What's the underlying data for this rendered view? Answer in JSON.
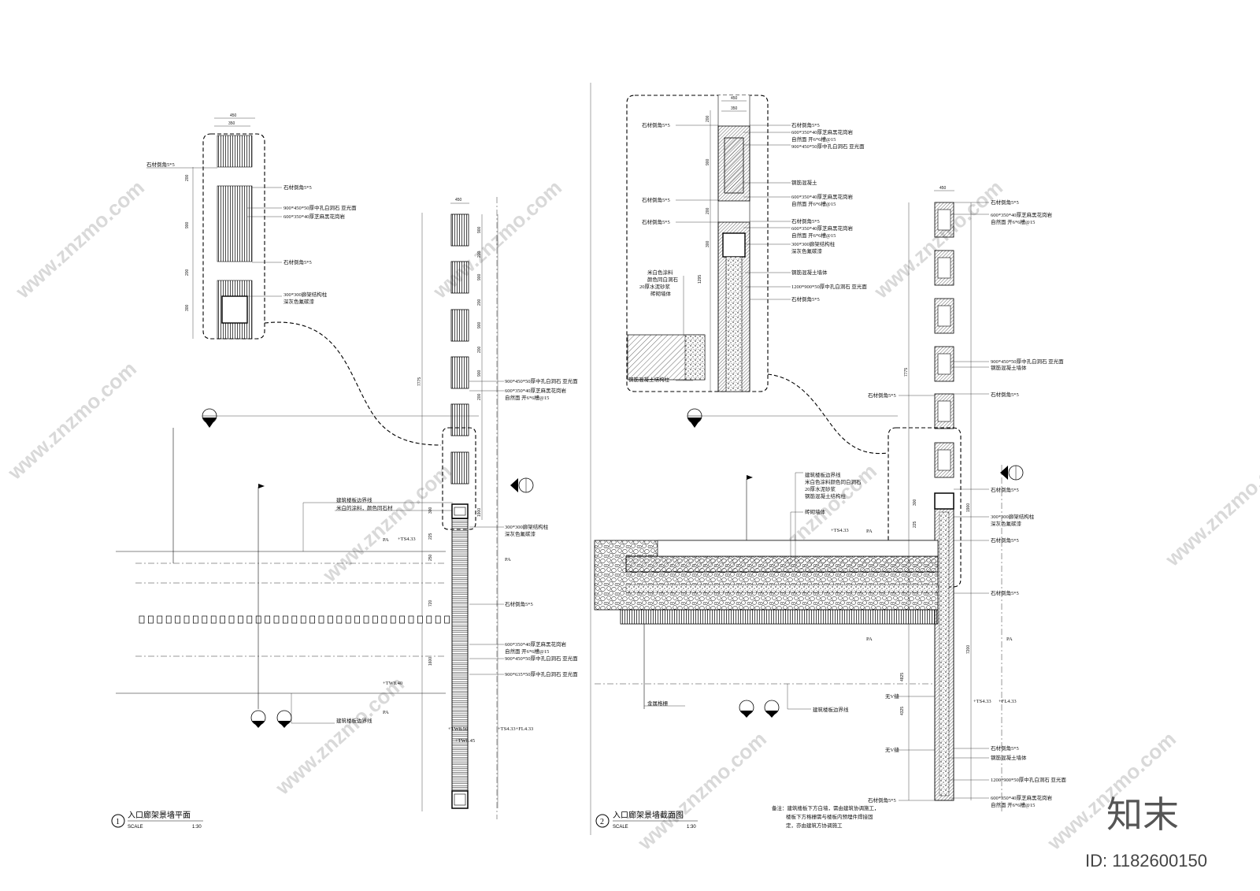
{
  "drawing1": {
    "number": "1",
    "title": "入口廊架景墙平面",
    "scale_label": "SCALE",
    "scale": "1:30",
    "detail_dims": [
      "450",
      "350",
      "200",
      "900",
      "200",
      "300"
    ],
    "detail_labels": [
      "石材倒角5*5",
      "石材倒角5*5",
      "900*450*50厚中孔白洞石 亚光面",
      "600*350*40厚芝麻黑花岗岩",
      "石材倒角5*5",
      "300*300廊架结构柱",
      "深灰色氟碳漆"
    ],
    "main_labels": [
      "900*450*50厚中孔白洞石 亚光面",
      "600*350*40厚芝麻黑花岗岩",
      "自然面 开6*6槽@15",
      "300*300廊架结构柱",
      "深灰色氟碳漆",
      "石材倒角5*5",
      "600*350*40厚芝麻黑花岗岩",
      "自然面 开6*6槽@15",
      "900*450*50厚中孔白洞石 亚光面",
      "900*635*50厚中孔白洞石 亚光面"
    ],
    "left_labels": [
      "建筑楼板边界线",
      "米白的涂料，颜色同石材",
      "建筑楼板边界线"
    ],
    "levels": [
      "+TS4.33",
      "+TW8.40",
      "+TW8.50",
      "+TS4.33+FL4.33",
      "+TW8.45"
    ],
    "zones": [
      "PA",
      "PA",
      "PA"
    ],
    "main_dims": [
      "450",
      "7775",
      "900",
      "200",
      "900",
      "200",
      "900",
      "200",
      "900",
      "200",
      "1900",
      "300",
      "225",
      "250",
      "720",
      "1600"
    ]
  },
  "drawing2": {
    "number": "2",
    "title": "入口廊架景墙截面图",
    "scale_label": "SCALE",
    "scale": "1:30",
    "detail_dims": [
      "450",
      "350",
      "200",
      "900",
      "200",
      "300",
      "1295"
    ],
    "detail_labels": [
      "石材倒角5*5",
      "600*350*40厚芝麻黑花岗岩",
      "自然面 开6*6槽@15",
      "900*450*50厚中孔白洞石 亚光面",
      "钢筋混凝土",
      "600*350*40厚芝麻黑花岗岩",
      "自然面 开6*6槽@15",
      "石材倒角5*5",
      "600*350*40厚芝麻黑花岗岩",
      "自然面 开6*6槽@15",
      "300*300廊架结构柱",
      "深灰色氟碳漆",
      "钢筋混凝土墙体",
      "1200*900*50厚中孔白洞石 亚光面",
      "石材倒角5*5"
    ],
    "detail_left_labels": [
      "石材倒角5*5",
      "石材倒角5*5",
      "石材倒角5*5",
      "米白色涂料",
      "颜色同白洞石",
      "20厚水泥砂浆",
      "砖砌墙体",
      "钢筋混凝土结构柱"
    ],
    "main_labels": [
      "石材倒角5*5",
      "600*350*40厚芝麻黑花岗岩",
      "自然面 开6*6槽@15",
      "900*450*50厚中孔白洞石 亚光面",
      "钢筋混凝土墙体",
      "石材倒角5*5",
      "石材倒角5*5",
      "300*300廊架结构柱",
      "深灰色氟碳漆",
      "石材倒角5*5",
      "石材倒角5*5",
      "石材倒角5*5",
      "钢筋混凝土墙体",
      "1200*900*50厚中孔白洞石 亚光面",
      "600*350*40厚芝麻黑花岗岩",
      "自然面 开6*6槽@15"
    ],
    "left_labels": [
      "石材倒角5*5",
      "无V缝",
      "无V缝",
      "石材倒角5*5"
    ],
    "slab_labels": [
      "建筑楼板边界线",
      "米白色涂料颜色同白洞石",
      "20厚水泥砂浆",
      "钢筋混凝土结构柱",
      "砖砌墙体"
    ],
    "bottom_labels": [
      "金属格栅",
      "建筑楼板边界线"
    ],
    "levels": [
      "+TS4.33",
      "+TS4.33",
      "+FL4.33"
    ],
    "zones": [
      "PA",
      "PA",
      "PA"
    ],
    "main_dims": [
      "450",
      "7775",
      "1900",
      "300",
      "225",
      "7200",
      "4825",
      "4325"
    ],
    "note_lines": [
      "备注：建筑楼板下方白墙，需由建筑协调施工，",
      "楼板下方格栅需与楼板内预埋件焊接固",
      "定，亦由建筑方协调施工"
    ]
  },
  "watermark": {
    "text": "www.znzmo.com",
    "brand": "知末",
    "id": "ID: 1182600150"
  }
}
